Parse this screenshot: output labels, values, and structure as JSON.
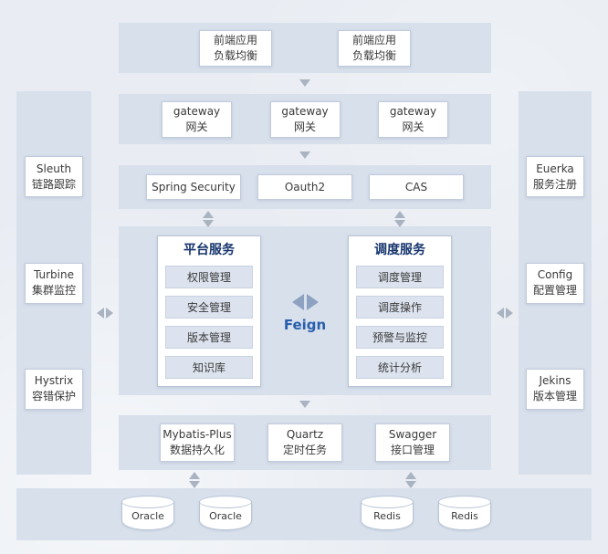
{
  "frontend_band": {
    "items": [
      {
        "line1": "前端应用",
        "line2": "负载均衡"
      },
      {
        "line1": "前端应用",
        "line2": "负载均衡"
      }
    ]
  },
  "gateway_band": {
    "items": [
      {
        "line1": "gateway",
        "line2": "网关"
      },
      {
        "line1": "gateway",
        "line2": "网关"
      },
      {
        "line1": "gateway",
        "line2": "网关"
      }
    ]
  },
  "auth_band": {
    "items": [
      "Spring Security",
      "Oauth2",
      "CAS"
    ]
  },
  "platform_panel": {
    "title": "平台服务",
    "items": [
      "权限管理",
      "安全管理",
      "版本管理",
      "知识库"
    ]
  },
  "schedule_panel": {
    "title": "调度服务",
    "items": [
      "调度管理",
      "调度操作",
      "预警与监控",
      "统计分析"
    ]
  },
  "feign": {
    "label": "Feign"
  },
  "middleware_band": {
    "items": [
      {
        "line1": "Mybatis-Plus",
        "line2": "数据持久化"
      },
      {
        "line1": "Quartz",
        "line2": "定时任务"
      },
      {
        "line1": "Swagger",
        "line2": "接口管理"
      }
    ]
  },
  "database_band": {
    "items": [
      "Oracle",
      "Oracle",
      "Redis",
      "Redis"
    ]
  },
  "left_sidebar": {
    "items": [
      {
        "line1": "Sleuth",
        "line2": "链路跟踪"
      },
      {
        "line1": "Turbine",
        "line2": "集群监控"
      },
      {
        "line1": "Hystrix",
        "line2": "容错保护"
      }
    ]
  },
  "right_sidebar": {
    "items": [
      {
        "line1": "Euerka",
        "line2": "服务注册"
      },
      {
        "line1": "Config",
        "line2": "配置管理"
      },
      {
        "line1": "Jekins",
        "line2": "版本管理"
      }
    ]
  },
  "colors": {
    "band": "#d8e0ec",
    "box_border": "#c0cbdc",
    "panel_title": "#16356d",
    "feign_blue": "#2a5fad",
    "arrow_gray": "#a9b3c2",
    "feign_arrow": "#8da2c0"
  }
}
